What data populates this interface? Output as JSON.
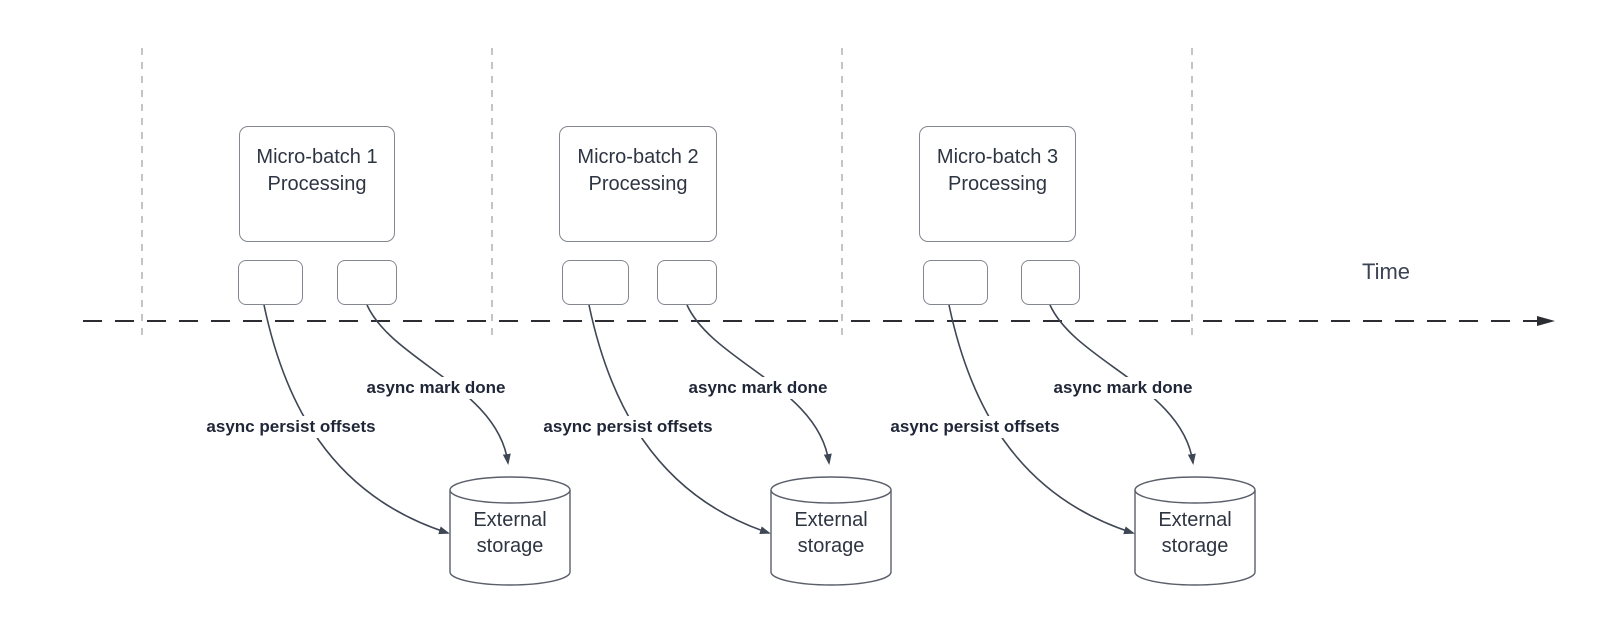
{
  "timeline": {
    "label": "Time"
  },
  "batches": [
    {
      "name_line1": "Micro-batch 1",
      "name_line2": "Processing",
      "persist_label": "async persist offsets",
      "mark_label": "async mark done",
      "storage_line1": "External",
      "storage_line2": "storage"
    },
    {
      "name_line1": "Micro-batch 2",
      "name_line2": "Processing",
      "persist_label": "async persist offsets",
      "mark_label": "async mark done",
      "storage_line1": "External",
      "storage_line2": "storage"
    },
    {
      "name_line1": "Micro-batch 3",
      "name_line2": "Processing",
      "persist_label": "async persist offsets",
      "mark_label": "async mark done",
      "storage_line1": "External",
      "storage_line2": "storage"
    }
  ],
  "colors": {
    "arrow_stroke": "#3f4654",
    "timeline_stroke": "#2b2d33",
    "guide_stroke": "#aaaaaa",
    "shape_border": "#83878f",
    "cylinder_border": "#5a5f69",
    "text": "#2e3542"
  }
}
